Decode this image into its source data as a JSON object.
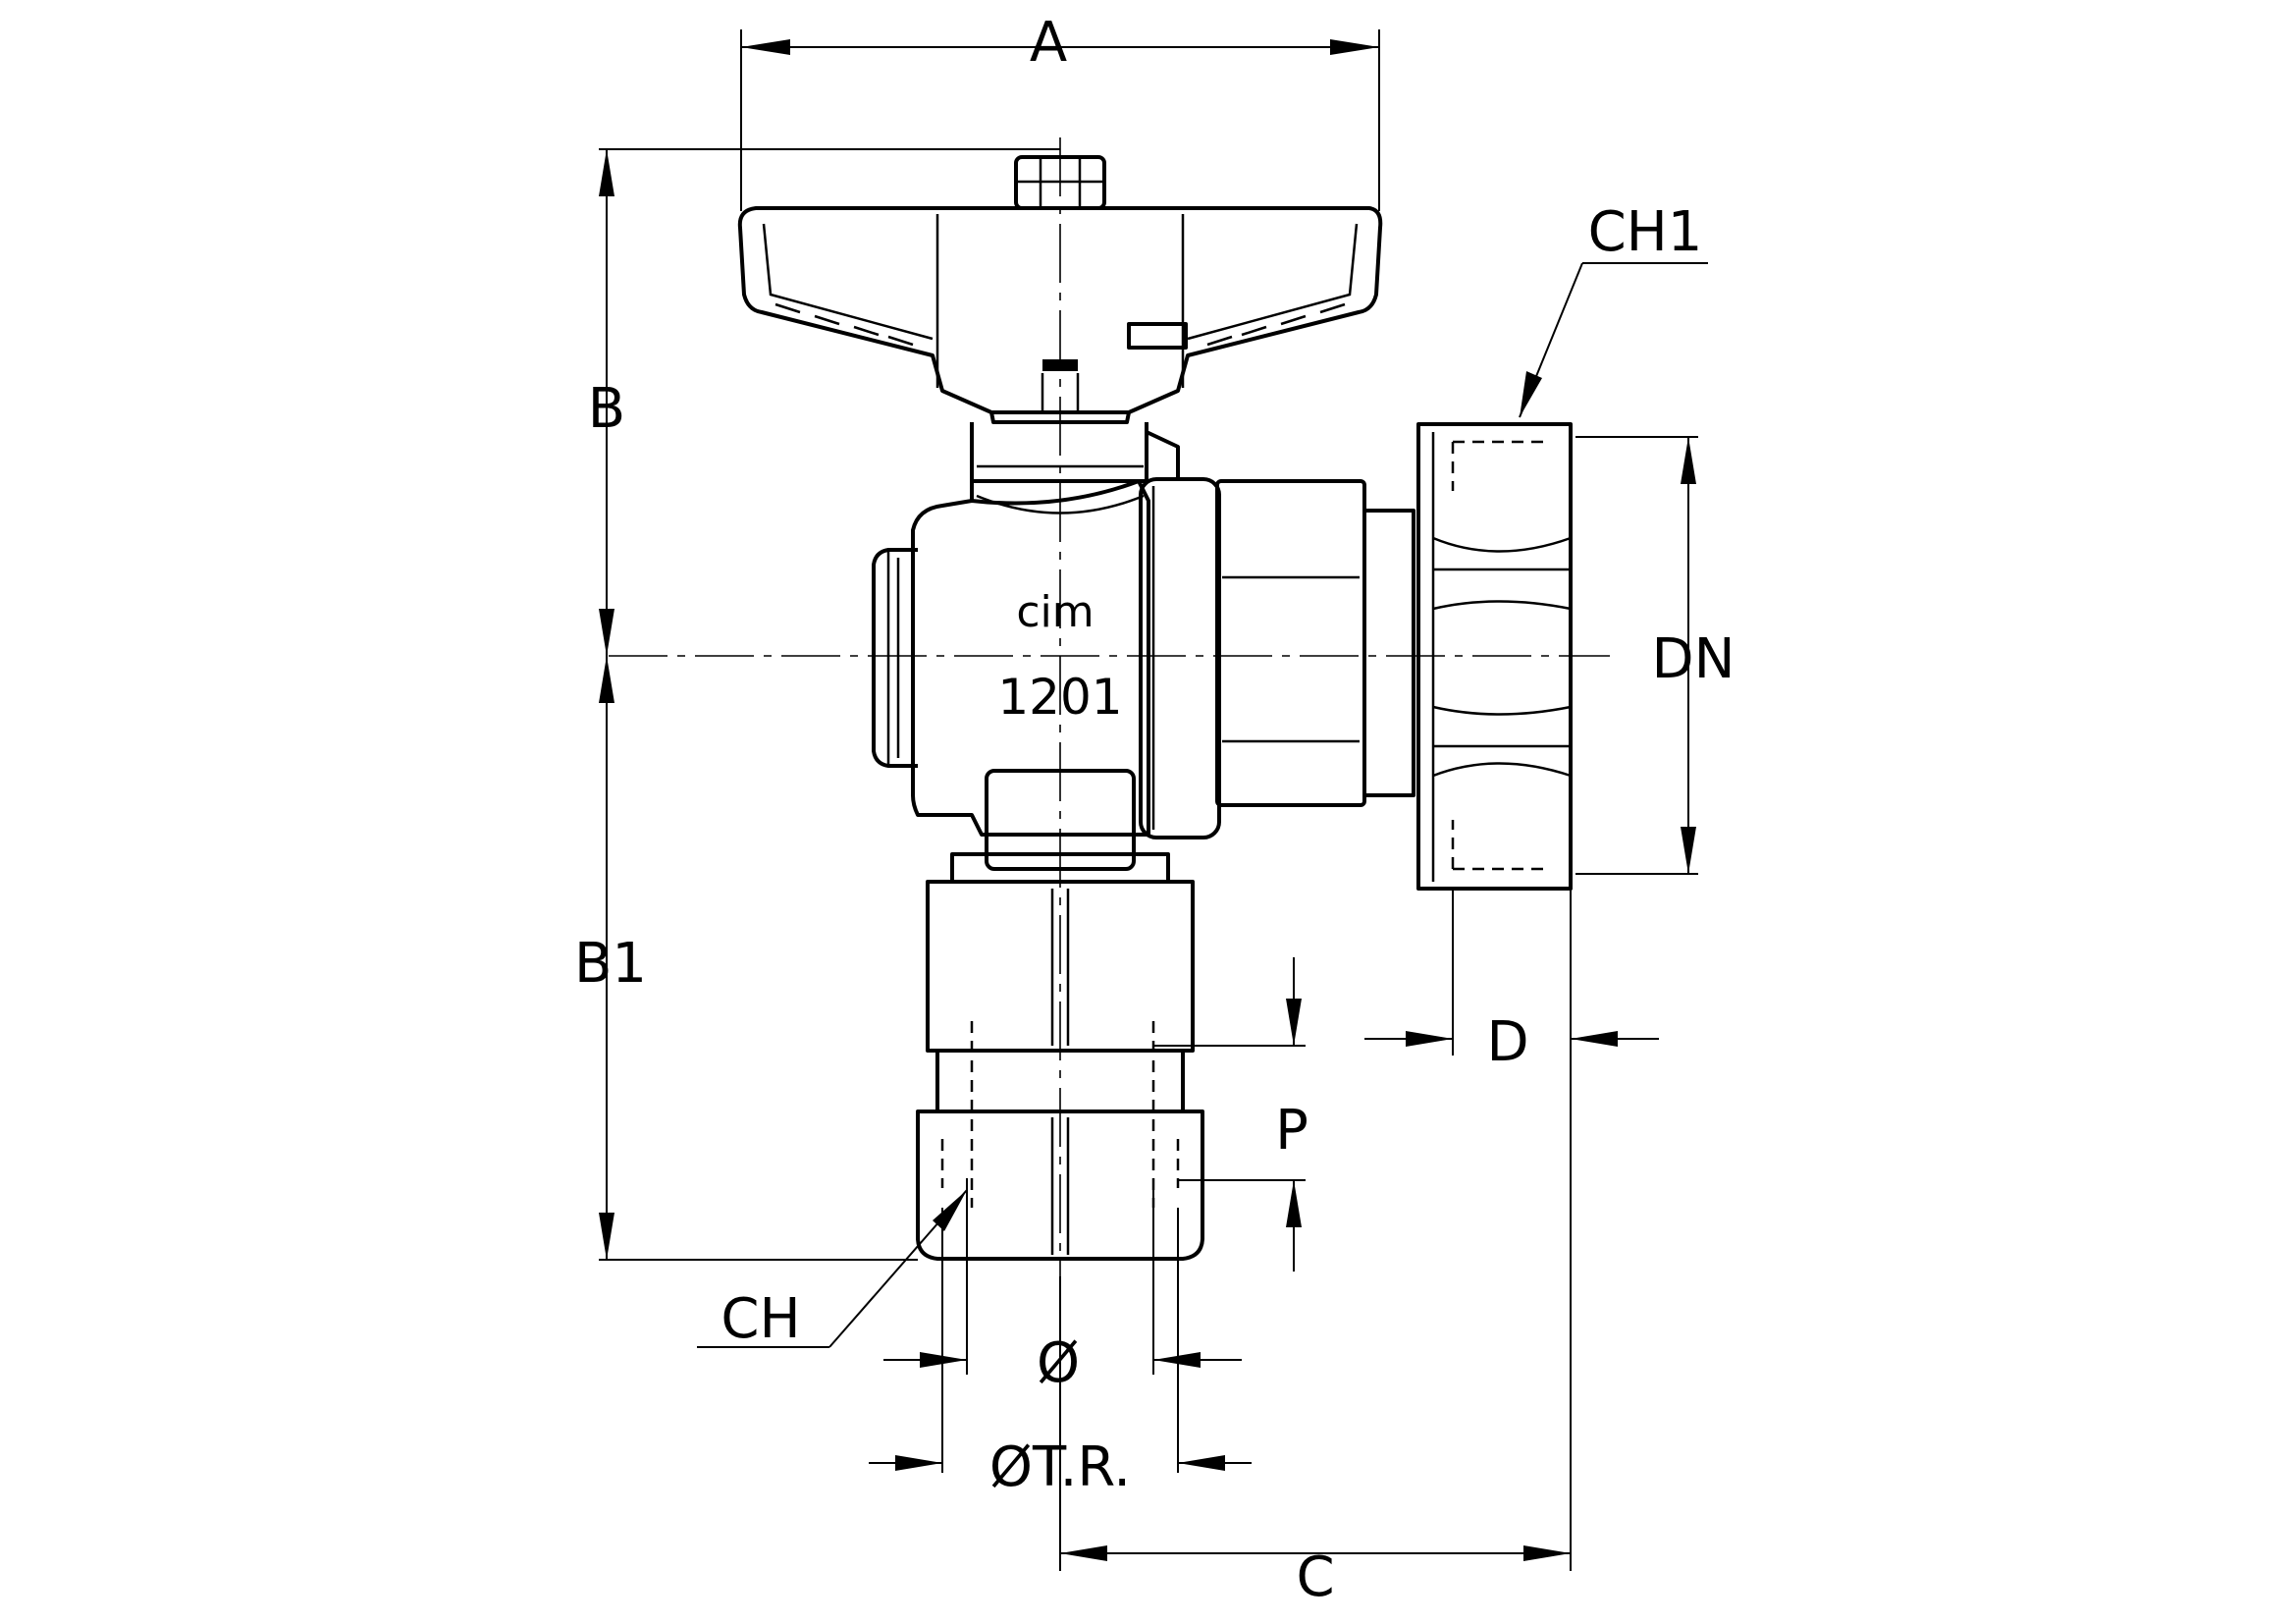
{
  "drawing": {
    "dimension_labels": {
      "A": "A",
      "B": "B",
      "B1": "B1",
      "C": "C",
      "D": "D",
      "DN": "DN",
      "CH": "CH",
      "CH1": "CH1",
      "P": "P",
      "diameter": "Ø",
      "diameter_tr": "ØT.R."
    },
    "body_markings": {
      "brand": "cim",
      "model": "1201"
    }
  }
}
